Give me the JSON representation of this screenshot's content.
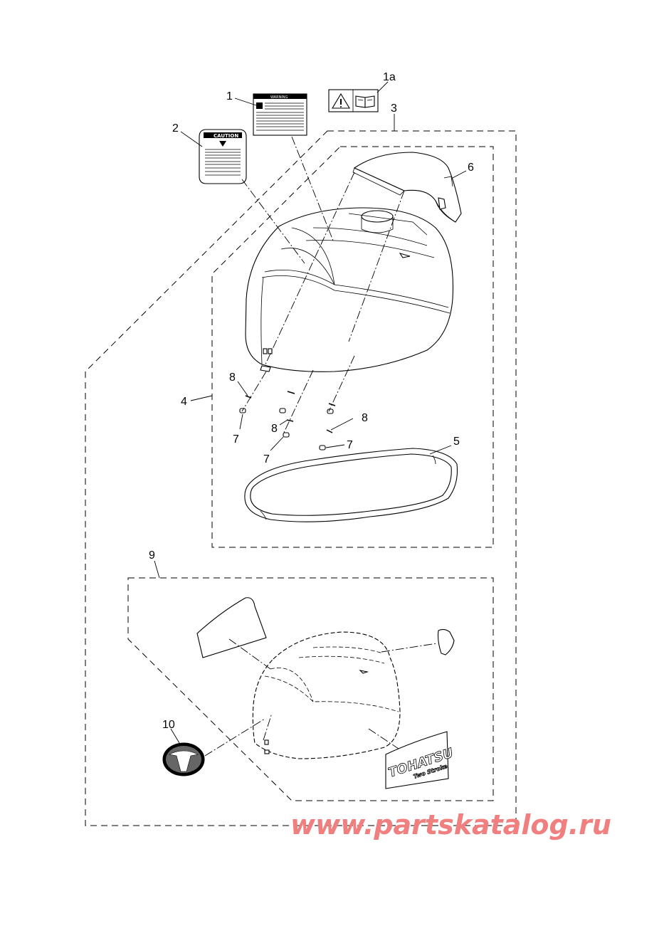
{
  "callouts": [
    {
      "id": "1",
      "text": "1"
    },
    {
      "id": "1a",
      "text": "1a"
    },
    {
      "id": "2",
      "text": "2"
    },
    {
      "id": "3",
      "text": "3"
    },
    {
      "id": "4",
      "text": "4"
    },
    {
      "id": "5",
      "text": "5"
    },
    {
      "id": "6",
      "text": "6"
    },
    {
      "id": "7a",
      "text": "7"
    },
    {
      "id": "7b",
      "text": "7"
    },
    {
      "id": "7c",
      "text": "7"
    },
    {
      "id": "8a",
      "text": "8"
    },
    {
      "id": "8b",
      "text": "8"
    },
    {
      "id": "8c",
      "text": "8"
    },
    {
      "id": "9",
      "text": "9"
    },
    {
      "id": "10",
      "text": "10"
    }
  ],
  "labels": {
    "warning_header": "WARNING",
    "caution_header": "CAUTION"
  },
  "decal": {
    "brand_text": "TOHATSU",
    "sub_text": "Two Stroke"
  },
  "watermark": "www.partskatalog.ru"
}
